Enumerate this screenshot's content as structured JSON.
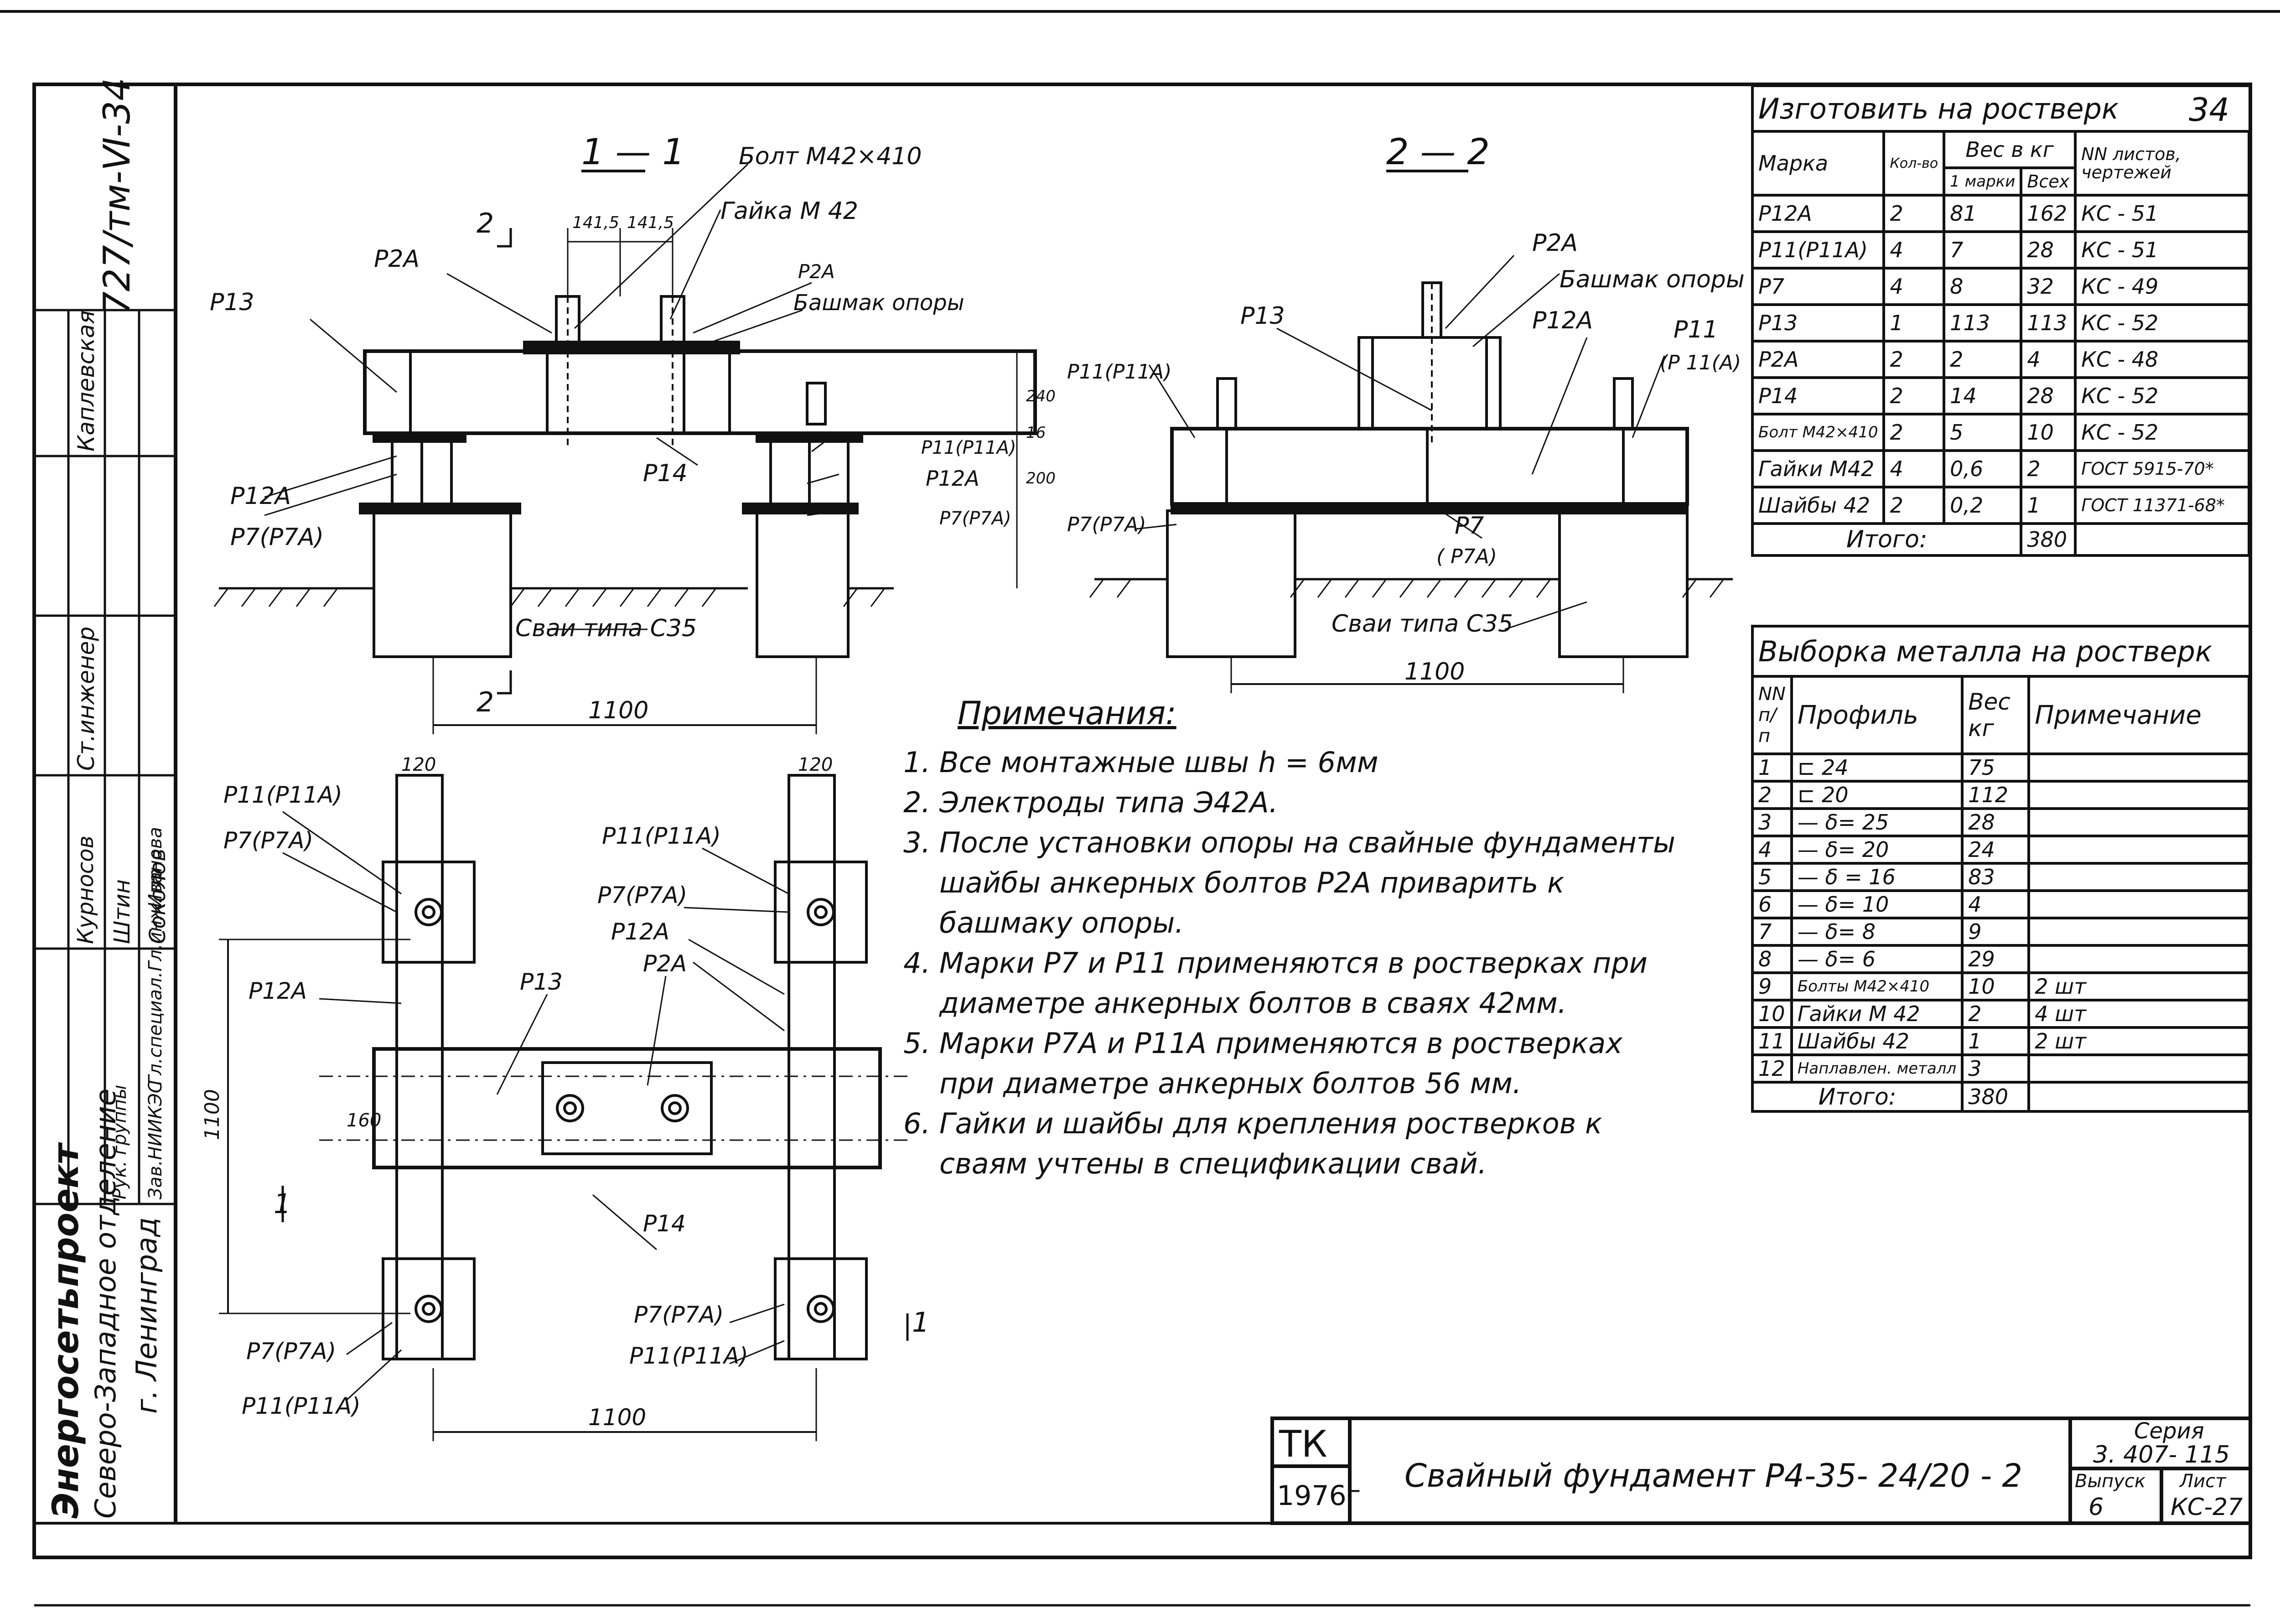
{
  "sheet_number": "34",
  "side": {
    "doc_code": "727/тм-Ⅵ-34",
    "org_name": "Энергосетьпроект",
    "org_branch": "Северо-Западное отделение",
    "org_city": "г. Ленинград",
    "roles": [
      "Зав.НИИКЭС",
      "Гл.специал.",
      "Гл.инж. пр",
      "Рук. группы",
      "Ст.инженер"
    ],
    "names": [
      "Курносов",
      "Штин",
      "Соколов",
      "Иванова",
      "Каплевская"
    ]
  },
  "drawing": {
    "section1_title": "1 — 1",
    "section2_title": "2 — 2",
    "cut_mark_2": "2",
    "cut_mark_1": "1",
    "labels": {
      "bolt": "Болт М42×410",
      "nut": "Гайка М 42",
      "p2a": "Р2А",
      "shoe": "Башмак опоры",
      "p13": "Р13",
      "p12a": "Р12А",
      "p14": "Р14",
      "p11": "Р11(Р11А)",
      "p7": "Р7(Р7А)",
      "p7_short": "Р7",
      "p7a_paren": "( Р7А)",
      "p11_short": "Р11",
      "p11a_paren": "(Р 11(А)",
      "piles": "Сваи типа С35",
      "d141a": "141,5",
      "d141b": "141,5",
      "d1100": "1100",
      "d120": "120",
      "d160": "160",
      "d240": "240",
      "d16": "16",
      "d200": "200"
    }
  },
  "notes": {
    "title": "Примечания:",
    "items": [
      "Все монтажные швы h = 6мм",
      "Электроды типа Э42А.",
      "После установки опоры на свайные фундаменты шайбы анкерных болтов Р2А приварить к башмаку опоры.",
      "Марки Р7 и Р11 применяются в ростверках при диаметре анкерных болтов в сваях 42мм.",
      "Марки Р7А и Р11А применяются в ростверках при диаметре анкерных болтов 56 мм.",
      "Гайки и шайбы для крепления ростверков к сваям учтены в спецификации свай."
    ]
  },
  "spec_table": {
    "title": "Изготовить на ростверк",
    "headers": {
      "mark": "Марка",
      "qty": "Кол-во",
      "weight": "Вес в кг",
      "one": "1 марки",
      "all": "Всех",
      "sheets": "NN листов, чертежей"
    },
    "rows": [
      [
        "Р12А",
        "2",
        "81",
        "162",
        "КС - 51"
      ],
      [
        "Р11(Р11А)",
        "4",
        "7",
        "28",
        "КС - 51"
      ],
      [
        "Р7",
        "4",
        "8",
        "32",
        "КС - 49"
      ],
      [
        "Р13",
        "1",
        "113",
        "113",
        "КС - 52"
      ],
      [
        "Р2А",
        "2",
        "2",
        "4",
        "КС - 48"
      ],
      [
        "Р14",
        "2",
        "14",
        "28",
        "КС - 52"
      ],
      [
        "Болт М42×410",
        "2",
        "5",
        "10",
        "КС - 52"
      ],
      [
        "Гайки М42",
        "4",
        "0,6",
        "2",
        "ГОСТ 5915-70*"
      ],
      [
        "Шайбы 42",
        "2",
        "0,2",
        "1",
        "ГОСТ 11371-68*"
      ]
    ],
    "total_label": "Итого:",
    "total": "380"
  },
  "metal_table": {
    "title": "Выборка металла на ростверк",
    "headers": {
      "no": "NN п/п",
      "profile": "Профиль",
      "weight": "Вес кг",
      "note": "Примечание"
    },
    "rows": [
      [
        "1",
        "⊏ 24",
        "75",
        ""
      ],
      [
        "2",
        "⊏ 20",
        "112",
        ""
      ],
      [
        "3",
        "— δ= 25",
        "28",
        ""
      ],
      [
        "4",
        "— δ= 20",
        "24",
        ""
      ],
      [
        "5",
        "— δ = 16",
        "83",
        ""
      ],
      [
        "6",
        "— δ= 10",
        "4",
        ""
      ],
      [
        "7",
        "— δ= 8",
        "9",
        ""
      ],
      [
        "8",
        "— δ= 6",
        "29",
        ""
      ],
      [
        "9",
        "Болты М42×410",
        "10",
        "2 шт"
      ],
      [
        "10",
        "Гайки М 42",
        "2",
        "4 шт"
      ],
      [
        "11",
        "Шайбы 42",
        "1",
        "2 шт"
      ],
      [
        "12",
        "Наплавлен. металл",
        "3",
        ""
      ]
    ],
    "total_label": "Итого:",
    "total": "380"
  },
  "title_block": {
    "tk": "ТК",
    "year": "1976г",
    "title": "Свайный фундамент Р4-35- 24/20 - 2",
    "series_label": "Серия",
    "series": "3. 407- 115",
    "issue_label": "Выпуск",
    "issue": "6",
    "sheet_label": "Лист",
    "sheet": "КС-27"
  }
}
